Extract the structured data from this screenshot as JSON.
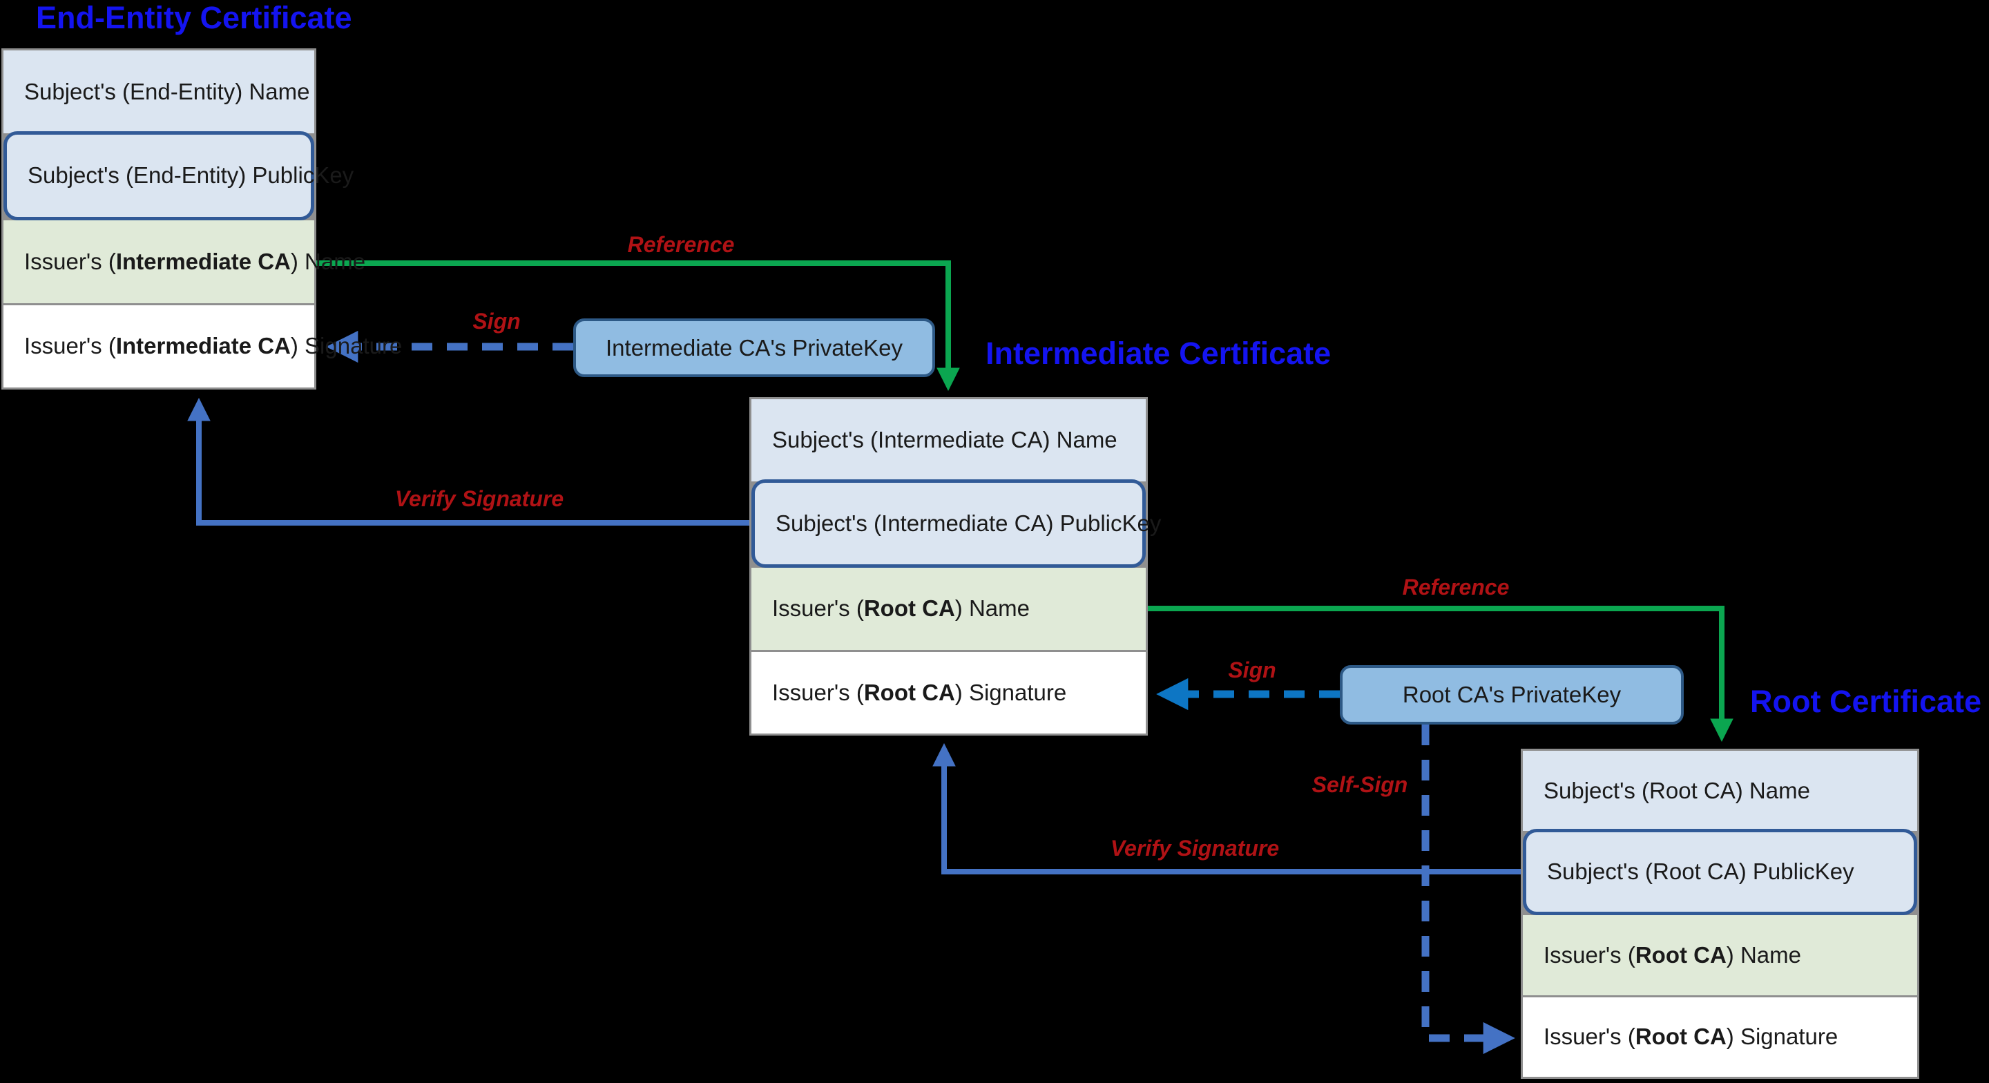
{
  "diagram": "x509-certificate-chain-of-trust",
  "titles": [
    {
      "text": "End-Entity Certificate"
    },
    {
      "text": "Intermediate Certificate"
    },
    {
      "text": "Root Certificate"
    }
  ],
  "certificates": [
    {
      "name": "End-Entity Certificate",
      "rows": [
        {
          "pre": "Subject's (End-Entity) Name",
          "bold": "",
          "post": ""
        },
        {
          "pre": "Subject's (End-Entity) PublicKey",
          "bold": "",
          "post": ""
        },
        {
          "pre": "Issuer's (",
          "bold": "Intermediate CA",
          "post": ") Name"
        },
        {
          "pre": "Issuer's (",
          "bold": "Intermediate CA",
          "post": ") Signature"
        }
      ]
    },
    {
      "name": "Intermediate Certificate",
      "rows": [
        {
          "pre": "Subject's (Intermediate CA) Name",
          "bold": "",
          "post": ""
        },
        {
          "pre": "Subject's (Intermediate CA) PublicKey",
          "bold": "",
          "post": ""
        },
        {
          "pre": "Issuer's (",
          "bold": "Root CA",
          "post": ") Name"
        },
        {
          "pre": "Issuer's (",
          "bold": "Root CA",
          "post": ") Signature"
        }
      ]
    },
    {
      "name": "Root Certificate",
      "rows": [
        {
          "pre": "Subject's (Root CA) Name",
          "bold": "",
          "post": ""
        },
        {
          "pre": "Subject's (Root CA) PublicKey",
          "bold": "",
          "post": ""
        },
        {
          "pre": "Issuer's (",
          "bold": "Root CA",
          "post": ") Name"
        },
        {
          "pre": "Issuer's (",
          "bold": "Root CA",
          "post": ") Signature"
        }
      ]
    }
  ],
  "private_keys": [
    {
      "label": "Intermediate CA's PrivateKey"
    },
    {
      "label": "Root CA's PrivateKey"
    }
  ],
  "arrow_labels": {
    "reference_end_entity": "Reference",
    "sign_end_entity": "Sign",
    "verify_end_entity": "Verify Signature",
    "reference_intermediate": "Reference",
    "sign_intermediate": "Sign",
    "self_sign_root": "Self-Sign",
    "verify_intermediate": "Verify Signature"
  },
  "colors": {
    "background": "#000000",
    "title_blue": "#1414f0",
    "label_red": "#b01215",
    "reference_green": "#0ba650",
    "verify_sign_blue": "#4472c4",
    "root_sign_blue": "#0d76c4",
    "subject_row_fill": "#dbe5f1",
    "issuer_row_fill": "#e0ead8",
    "signature_row_fill": "#ffffff",
    "publickey_border": "#315a97",
    "privatekey_fill": "#90bce2",
    "privatekey_border": "#2d5986",
    "box_border_gray": "#8f8f8f"
  }
}
